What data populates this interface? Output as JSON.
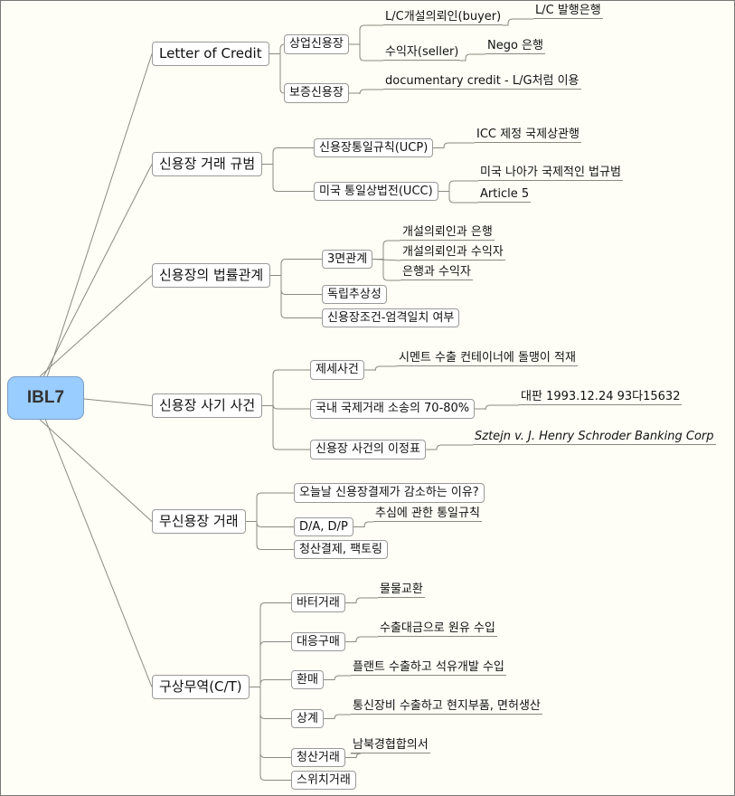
{
  "root": {
    "label": "IBL7"
  },
  "topics": [
    {
      "label": "Letter of Credit",
      "children": [
        {
          "label": "상업신용장",
          "children": [
            {
              "label": "L/C개설의뢰인(buyer)",
              "children": [
                {
                  "label": "L/C 발행은행"
                }
              ]
            },
            {
              "label": "수익자(seller)",
              "children": [
                {
                  "label": "Nego 은행"
                }
              ]
            }
          ]
        },
        {
          "label": "보증신용장",
          "children": [
            {
              "label": "documentary credit - L/G처럼 이용"
            }
          ]
        }
      ]
    },
    {
      "label": "신용장 거래 규범",
      "children": [
        {
          "label": "신용장통일규칙(UCP)",
          "children": [
            {
              "label": "ICC 제정 국제상관행"
            }
          ]
        },
        {
          "label": "미국 통일상법전(UCC)",
          "children": [
            {
              "label": "미국 나아가 국제적인 법규범"
            },
            {
              "label": "Article 5"
            }
          ]
        }
      ]
    },
    {
      "label": "신용장의 법률관계",
      "children": [
        {
          "label": "3면관계",
          "children": [
            {
              "label": "개설의뢰인과 은행"
            },
            {
              "label": "개설의뢰인과 수익자"
            },
            {
              "label": "은행과 수익자"
            }
          ]
        },
        {
          "label": "독립추상성"
        },
        {
          "label": "신용장조건-엄격일치 여부"
        }
      ]
    },
    {
      "label": "신용장 사기 사건",
      "children": [
        {
          "label": "제세사건",
          "children": [
            {
              "label": "시멘트 수출 컨테이너에 돌맹이 적재"
            }
          ]
        },
        {
          "label": "국내 국제거래 소송의 70-80%",
          "children": [
            {
              "label": "대판 1993.12.24 93다15632"
            }
          ]
        },
        {
          "label": "신용장 사건의 이정표",
          "children": [
            {
              "label": "Sztejn v. J. Henry Schroder Banking Corp"
            }
          ]
        }
      ]
    },
    {
      "label": "무신용장 거래",
      "children": [
        {
          "label": "오늘날 신용장결제가 감소하는 이유?"
        },
        {
          "label": "D/A, D/P",
          "children": [
            {
              "label": "추심에 관한 통일규칙"
            }
          ]
        },
        {
          "label": "청산결제, 팩토링"
        }
      ]
    },
    {
      "label": "구상무역(C/T)",
      "children": [
        {
          "label": "바터거래",
          "children": [
            {
              "label": "물물교환"
            }
          ]
        },
        {
          "label": "대응구매",
          "children": [
            {
              "label": "수출대금으로 원유 수입"
            }
          ]
        },
        {
          "label": "환매",
          "children": [
            {
              "label": "플랜트 수출하고 석유개발 수입"
            }
          ]
        },
        {
          "label": "상계",
          "children": [
            {
              "label": "통신장비 수출하고 현지부품, 면허생산"
            }
          ]
        },
        {
          "label": "청산거래",
          "children": [
            {
              "label": "남북경협합의서"
            }
          ]
        },
        {
          "label": "스위치거래"
        }
      ]
    }
  ]
}
